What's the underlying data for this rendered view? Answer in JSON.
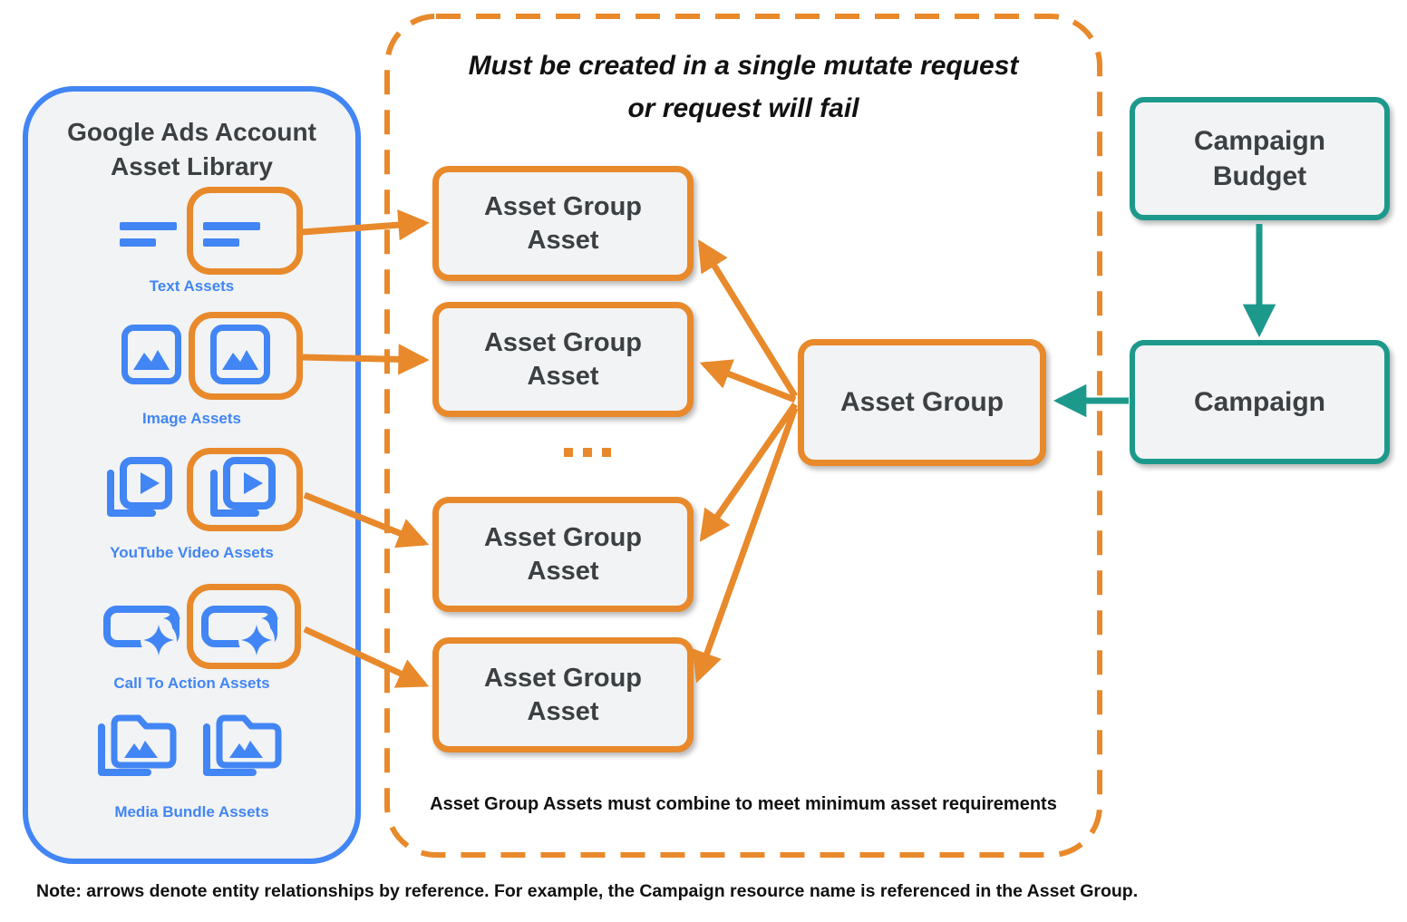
{
  "colors": {
    "orange": "#E8892B",
    "blue": "#4285F4",
    "teal": "#1D998C",
    "box_fill": "#F1F3F4",
    "text_dark": "#3C4043",
    "text_black": "#111111"
  },
  "library": {
    "title": "Google Ads Account Asset Library",
    "items": [
      {
        "label": "Text Assets",
        "icon": "text-asset-icon",
        "highlighted": true
      },
      {
        "label": "Image Assets",
        "icon": "image-asset-icon",
        "highlighted": true
      },
      {
        "label": "YouTube Video  Assets",
        "icon": "youtube-video-asset-icon",
        "highlighted": true
      },
      {
        "label": "Call To Action Assets",
        "icon": "call-to-action-asset-icon",
        "highlighted": true
      },
      {
        "label": "Media Bundle  Assets",
        "icon": "media-bundle-asset-icon",
        "highlighted": false
      }
    ]
  },
  "mutate_group": {
    "title_line1": "Must be created in a single mutate request",
    "title_line2": "or request will fail",
    "asset_group_asset_boxes": [
      "Asset Group Asset",
      "Asset Group Asset",
      "Asset Group Asset",
      "Asset Group Asset"
    ],
    "ellipsis": "...",
    "caption": "Asset Group Assets must combine to meet minimum asset requirements"
  },
  "entities": {
    "asset_group": "Asset Group",
    "campaign_budget": "Campaign Budget",
    "campaign": "Campaign"
  },
  "note": "Note: arrows denote entity relationships by reference. For example, the Campaign resource name is referenced in the Asset Group."
}
